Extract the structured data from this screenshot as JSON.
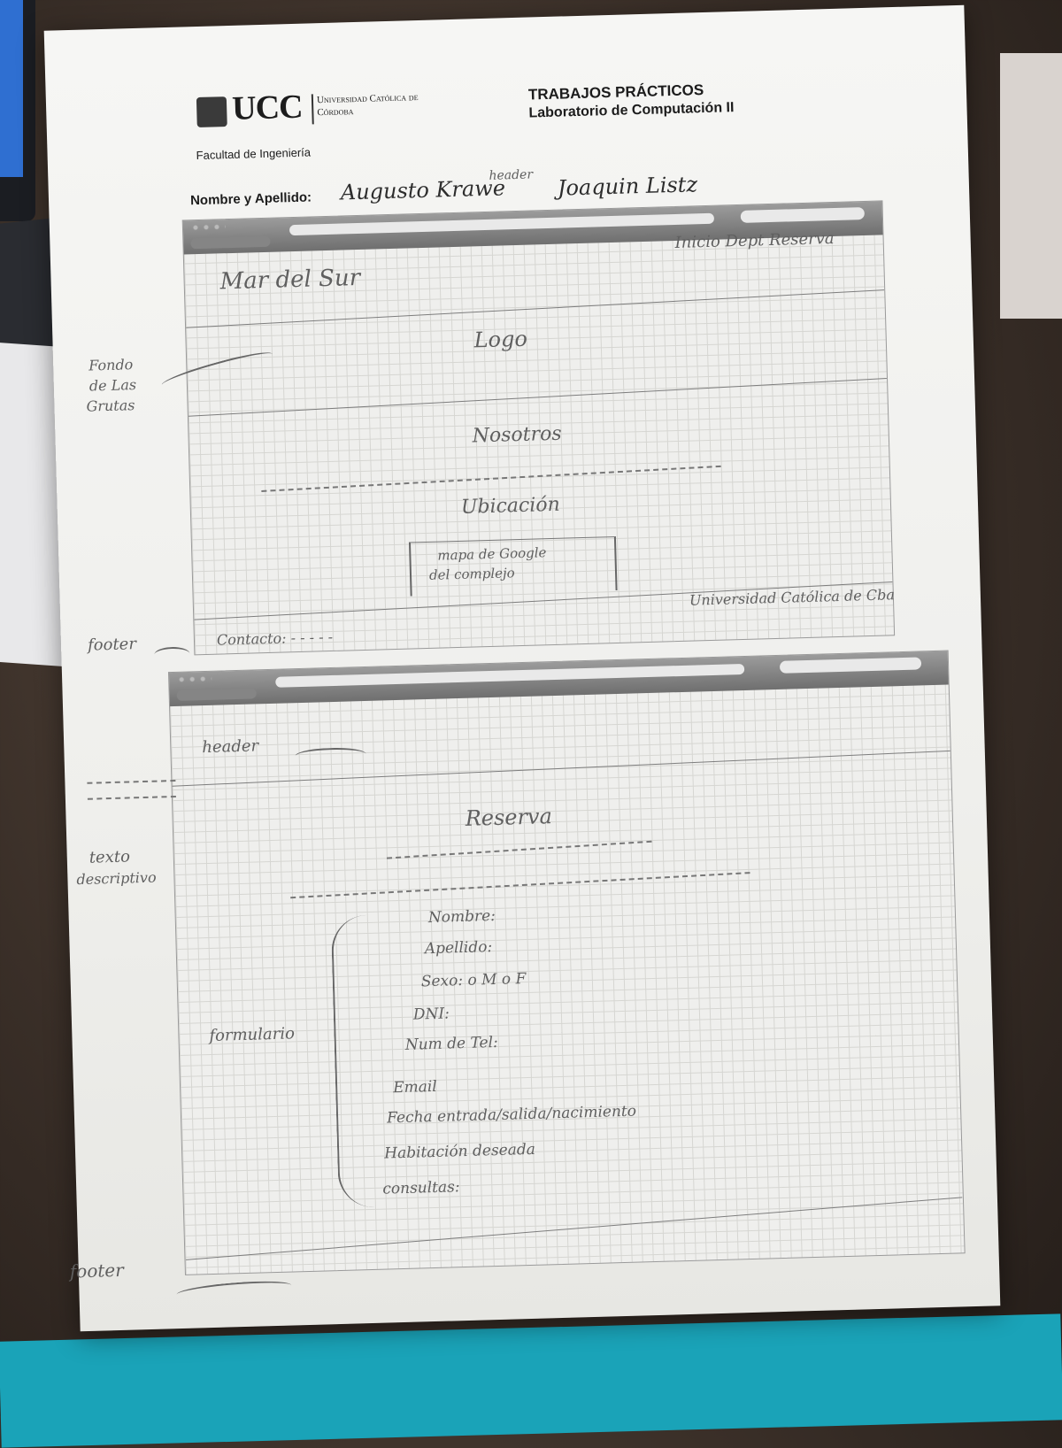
{
  "header": {
    "logo_text": "UCC",
    "university": "Universidad Católica de Córdoba",
    "faculty": "Facultad de Ingeniería",
    "title": "TRABAJOS PRÁCTICOS",
    "subtitle": "Laboratorio de Computación II"
  },
  "student": {
    "label": "Nombre y Apellido:",
    "names": "Augusto Krawe",
    "second_name": "Joaquin Listz"
  },
  "page1": {
    "annotation_header": "header",
    "site_title": "Mar del Sur",
    "nav": "Inicio  Dept  Reserva",
    "annotation_bg": [
      "Fondo",
      "de Las",
      "Grutas"
    ],
    "logo": "Logo",
    "section_us": "Nosotros",
    "section_location": "Ubicación",
    "map_text": [
      "mapa de Google",
      "del complejo"
    ],
    "footer_right": "Universidad Católica de Cba",
    "footer_contact": "Contacto: - - - - -",
    "annotation_footer": "footer"
  },
  "page2": {
    "annotation_header": "header",
    "section_title": "Reserva",
    "annotation_text": [
      "texto",
      "descriptivo"
    ],
    "annotation_form": "formulario",
    "form_fields": [
      "Nombre:",
      "Apellido:",
      "Sexo:   o M   o F",
      "DNI:",
      "Num de Tel:",
      "Email",
      "Fecha entrada/salida/nacimiento",
      "Habitación deseada",
      "consultas:"
    ],
    "annotation_footer": "footer"
  }
}
